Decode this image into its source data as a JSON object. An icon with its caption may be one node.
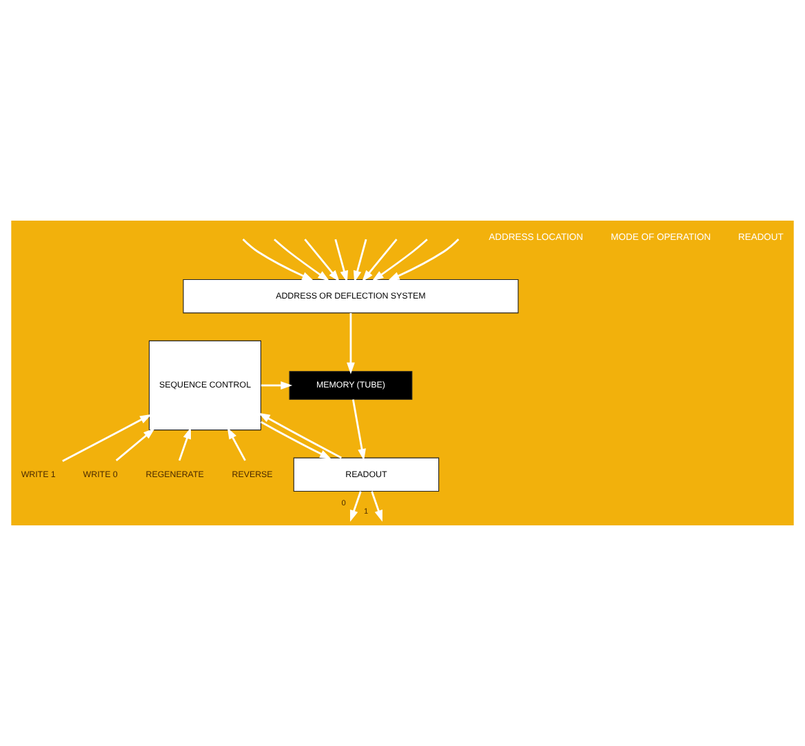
{
  "diagram": {
    "nodes": [
      {
        "text": [
          "ADDRESS OR DEFLECTION SYSTEM"
        ]
      },
      {
        "text": [
          "SEQUENCE CONTROL"
        ]
      },
      {
        "text": [
          "MEMORY (TUBE)"
        ]
      },
      {
        "text": [
          "READOUT"
        ]
      },
      {
        "text": [
          "WRITE 1"
        ]
      },
      {
        "text": [
          "WRITE 0"
        ]
      },
      {
        "text": [
          "REGENERATE"
        ]
      },
      {
        "text": [
          "REVERSE"
        ]
      }
    ],
    "edges": [
      {
        "from": null,
        "to": 0,
        "arrow": "to"
      },
      {
        "from": null,
        "to": 0,
        "arrow": "to"
      },
      {
        "from": null,
        "to": 0,
        "arrow": "to"
      },
      {
        "from": null,
        "to": 0,
        "arrow": "to"
      },
      {
        "from": null,
        "to": 0,
        "arrow": "to"
      },
      {
        "from": null,
        "to": 0,
        "arrow": "to"
      },
      {
        "from": null,
        "to": 0,
        "arrow": "to"
      },
      {
        "from": null,
        "to": 0,
        "arrow": "to"
      },
      {
        "from": 0,
        "to": 2,
        "arrow": "to"
      },
      {
        "from": 1,
        "to": 2,
        "arrow": "to"
      },
      {
        "from": 2,
        "to": 3,
        "arrow": "to"
      },
      {
        "from": 1,
        "to": 3,
        "arrow": "to"
      },
      {
        "from": 3,
        "to": 1,
        "arrow": "to"
      },
      {
        "from": 4,
        "to": 1,
        "arrow": "to"
      },
      {
        "from": 5,
        "to": 1,
        "arrow": "to"
      },
      {
        "from": 6,
        "to": 1,
        "arrow": "to"
      },
      {
        "from": 7,
        "to": 1,
        "arrow": "to"
      },
      {
        "from": 3,
        "to": null,
        "arrow": "to",
        "label": "0"
      },
      {
        "from": 3,
        "to": null,
        "arrow": "to",
        "label": "1"
      }
    ],
    "labels": [
      "ADDRESS LOCATION",
      "MODE OF OPERATION",
      "READOUT"
    ]
  }
}
